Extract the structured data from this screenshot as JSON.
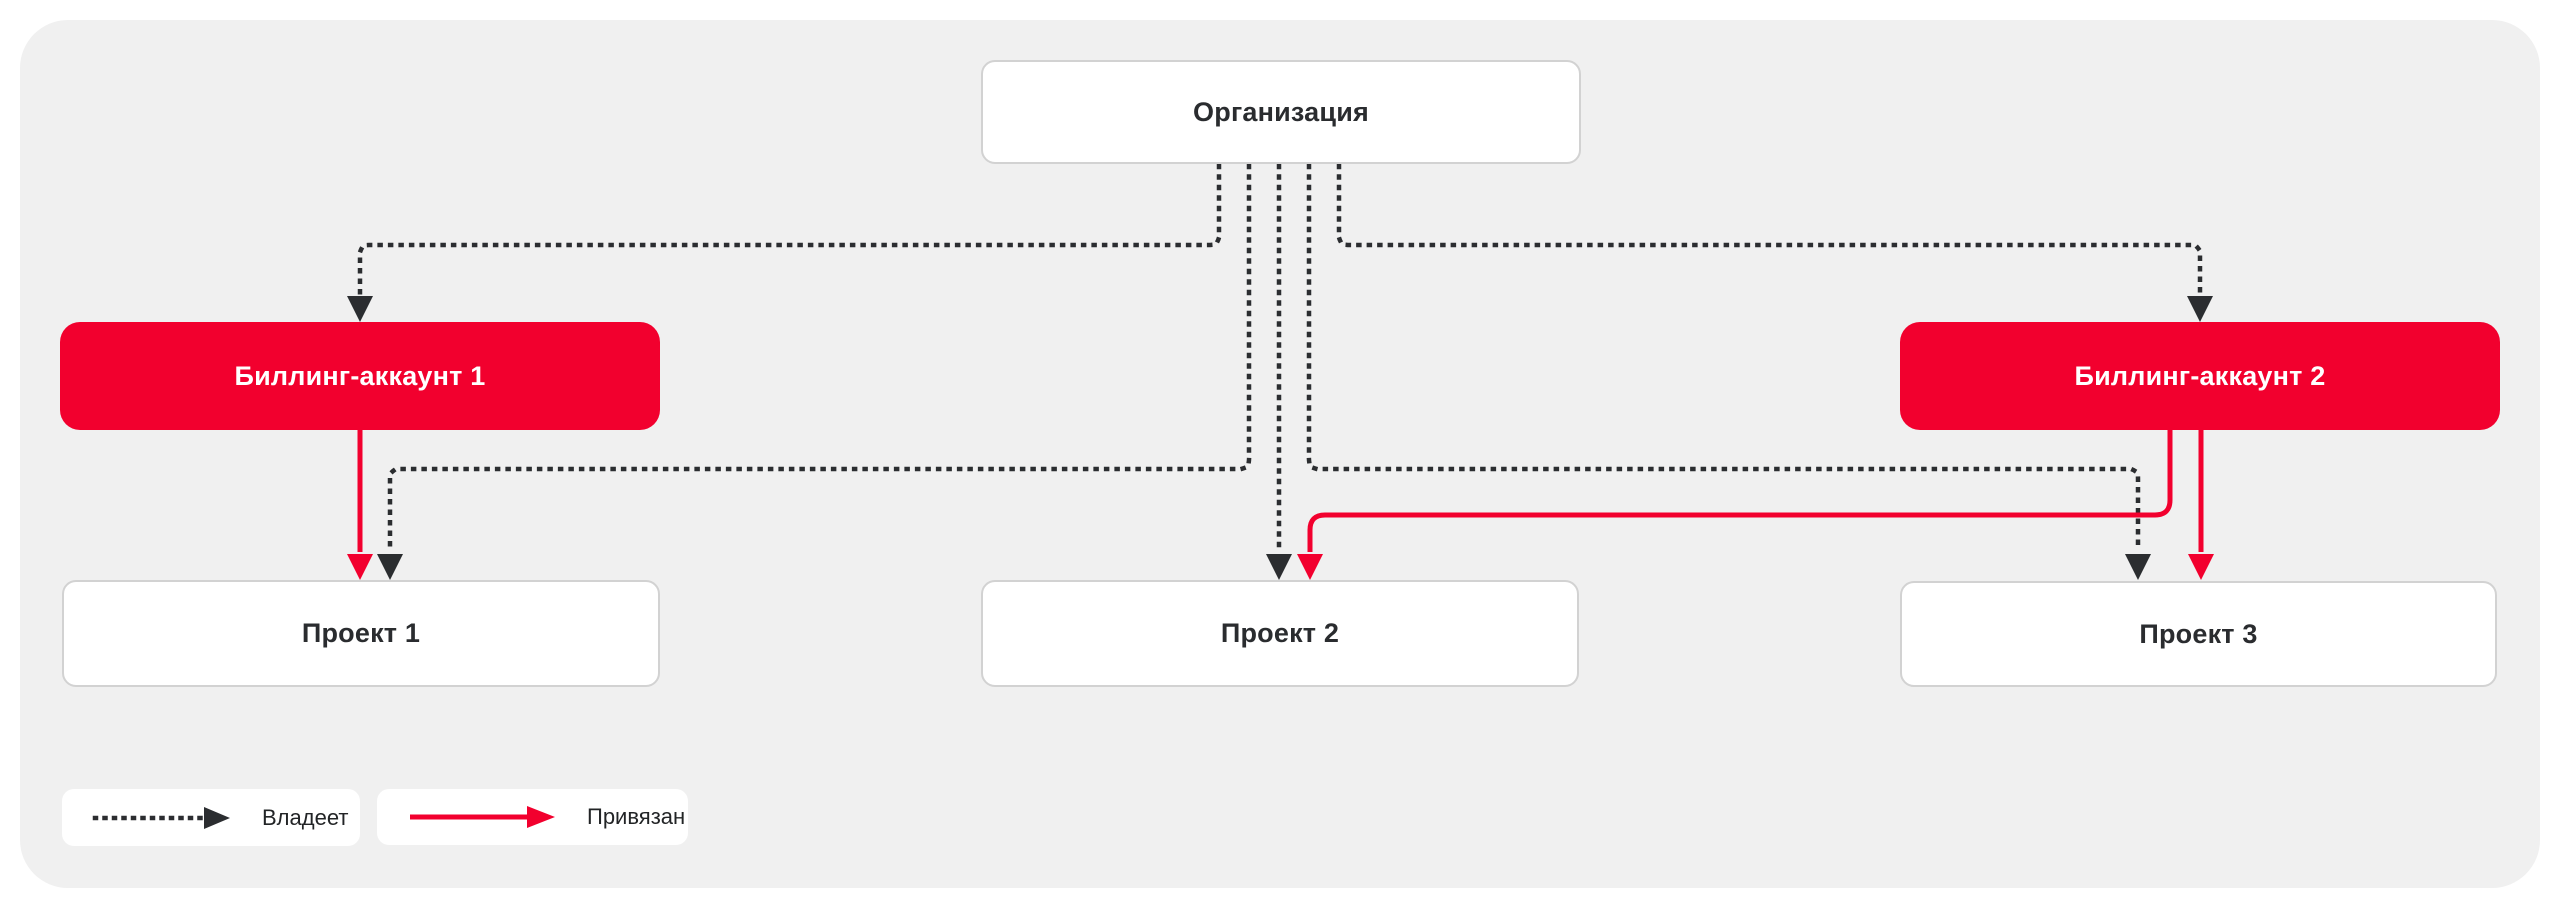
{
  "diagram": {
    "title_hint": "Organization / billing accounts / projects ownership diagram",
    "nodes": {
      "organization": {
        "label": "Организация"
      },
      "billing1": {
        "label": "Биллинг-аккаунт 1"
      },
      "billing2": {
        "label": "Биллинг-аккаунт 2"
      },
      "project1": {
        "label": "Проект 1"
      },
      "project2": {
        "label": "Проект 2"
      },
      "project3": {
        "label": "Проект 3"
      }
    },
    "edges": [
      {
        "from": "Организация",
        "to": "Биллинг-аккаунт 1",
        "relation": "Владеет",
        "style": "dotted-black"
      },
      {
        "from": "Организация",
        "to": "Биллинг-аккаунт 2",
        "relation": "Владеет",
        "style": "dotted-black"
      },
      {
        "from": "Организация",
        "to": "Проект 1",
        "relation": "Владеет",
        "style": "dotted-black"
      },
      {
        "from": "Организация",
        "to": "Проект 2",
        "relation": "Владеет",
        "style": "dotted-black"
      },
      {
        "from": "Организация",
        "to": "Проект 3",
        "relation": "Владеет",
        "style": "dotted-black"
      },
      {
        "from": "Биллинг-аккаунт 1",
        "to": "Проект 1",
        "relation": "Привязан",
        "style": "solid-red"
      },
      {
        "from": "Биллинг-аккаунт 2",
        "to": "Проект 2",
        "relation": "Привязан",
        "style": "solid-red"
      },
      {
        "from": "Биллинг-аккаунт 2",
        "to": "Проект 3",
        "relation": "Привязан",
        "style": "solid-red"
      }
    ],
    "legend": {
      "items": [
        {
          "label": "Владеет",
          "style": "dotted-black"
        },
        {
          "label": "Привязан",
          "style": "solid-red"
        }
      ]
    },
    "colors": {
      "accent_red": "#F2002E",
      "line_dark": "#2B2D30",
      "panel_bg": "#F0F0F0",
      "node_border": "#D2D2D2",
      "node_bg": "#FFFFFF",
      "text_dark": "#2A2C2F",
      "text_on_red": "#FFFFFF"
    }
  }
}
